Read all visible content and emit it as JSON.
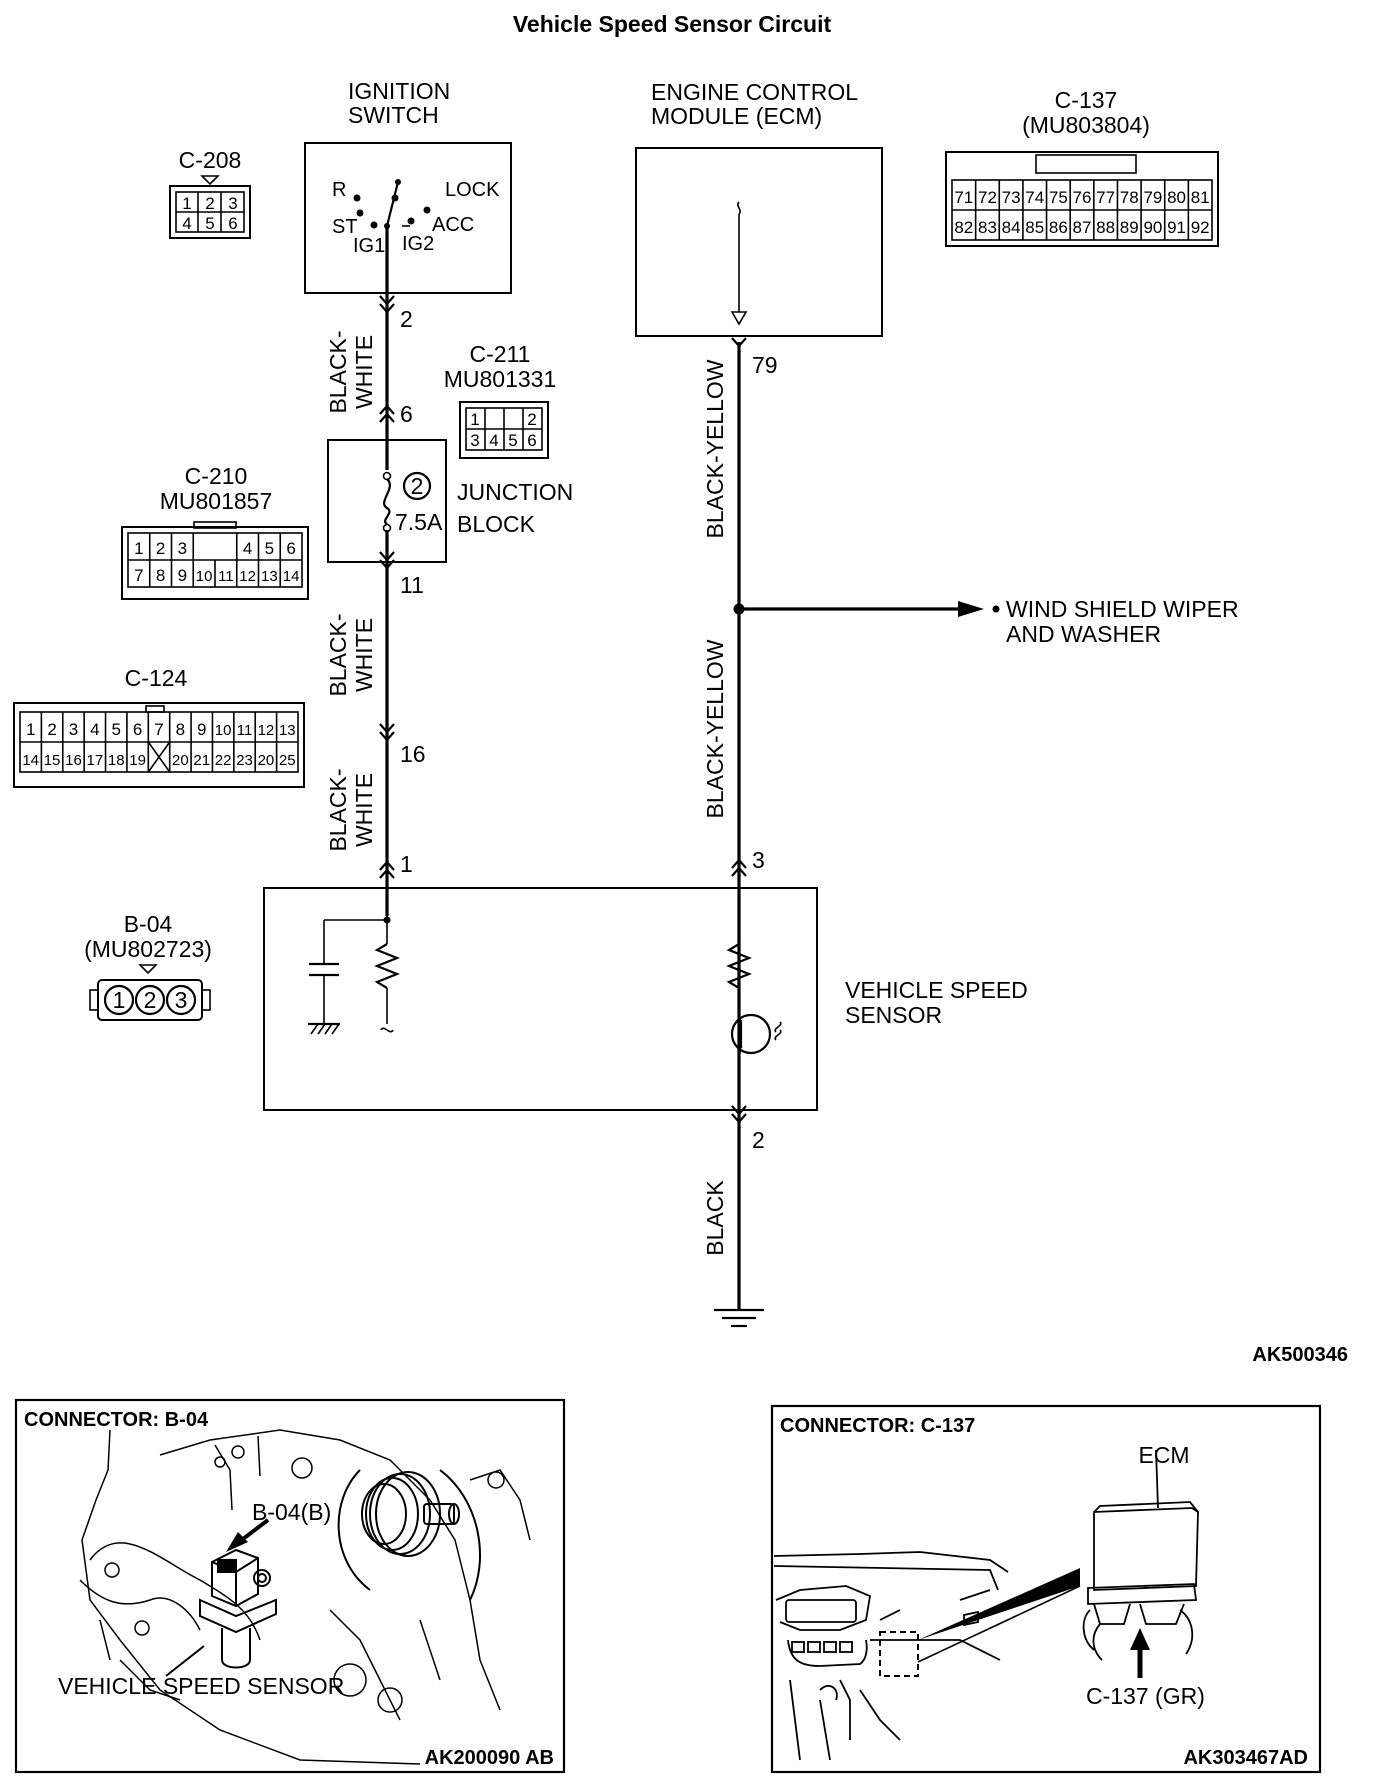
{
  "title": "Vehicle Speed Sensor Circuit",
  "components": {
    "ignition_switch": {
      "line1": "IGNITION",
      "line2": "SWITCH",
      "positions": [
        "R",
        "LOCK",
        "ST",
        "ACC",
        "IG1",
        "IG2"
      ]
    },
    "ecm": {
      "line1": "ENGINE CONTROL",
      "line2": "MODULE (ECM)"
    },
    "junction_block": {
      "line1": "JUNCTION",
      "line2": "BLOCK",
      "fuse_number": "2",
      "fuse_rating": "7.5A"
    },
    "vehicle_speed_sensor": {
      "line1": "VEHICLE SPEED",
      "line2": "SENSOR"
    },
    "wiper": {
      "line1": "WIND SHIELD WIPER",
      "line2": "AND WASHER"
    }
  },
  "connectors": {
    "c208": {
      "name": "C-208",
      "row1": [
        "1",
        "2",
        "3"
      ],
      "row2": [
        "4",
        "5",
        "6"
      ]
    },
    "c211": {
      "name": "C-211",
      "part": "MU801331",
      "row1": [
        "1",
        "",
        "2"
      ],
      "row2": [
        "3",
        "4",
        "5",
        "6"
      ]
    },
    "c210": {
      "name": "C-210",
      "part": "MU801857",
      "row1": [
        "1",
        "2",
        "3",
        "4",
        "5",
        "6"
      ],
      "row2": [
        "7",
        "8",
        "9",
        "10",
        "11",
        "12",
        "13",
        "14"
      ]
    },
    "c124": {
      "name": "C-124",
      "row1": [
        "1",
        "2",
        "3",
        "4",
        "5",
        "6",
        "7",
        "8",
        "9",
        "10",
        "11",
        "12",
        "13"
      ],
      "row2": [
        "14",
        "15",
        "16",
        "17",
        "18",
        "19",
        "20",
        "21",
        "22",
        "23",
        "20",
        "25"
      ]
    },
    "b04": {
      "name": "B-04",
      "part": "(MU802723)",
      "pins": [
        "1",
        "2",
        "3"
      ]
    },
    "c137": {
      "name": "C-137",
      "part": "(MU803804)",
      "row1": [
        "71",
        "72",
        "73",
        "74",
        "75",
        "76",
        "77",
        "78",
        "79",
        "80",
        "81"
      ],
      "row2": [
        "82",
        "83",
        "84",
        "85",
        "86",
        "87",
        "88",
        "89",
        "90",
        "91",
        "92"
      ]
    }
  },
  "wires": {
    "black_white": "BLACK-\nWHITE",
    "black_white_l1": "BLACK-",
    "black_white_l2": "WHITE",
    "black_yellow": "BLACK-YELLOW",
    "black": "BLACK"
  },
  "pins": {
    "ign_out": "2",
    "jb_in": "6",
    "jb_out": "11",
    "mid": "16",
    "vss_pwr": "1",
    "ecm_pin": "79",
    "vss_sig": "3",
    "vss_gnd": "2"
  },
  "codes": {
    "main": "AK500346",
    "left": "AK200090 AB",
    "right": "AK303467AD"
  },
  "panels": {
    "left": {
      "title": "CONNECTOR: B-04",
      "callout": "B-04(B)",
      "label": "VEHICLE SPEED SENSOR"
    },
    "right": {
      "title": "CONNECTOR: C-137",
      "ecm": "ECM",
      "callout": "C-137 (GR)"
    }
  }
}
